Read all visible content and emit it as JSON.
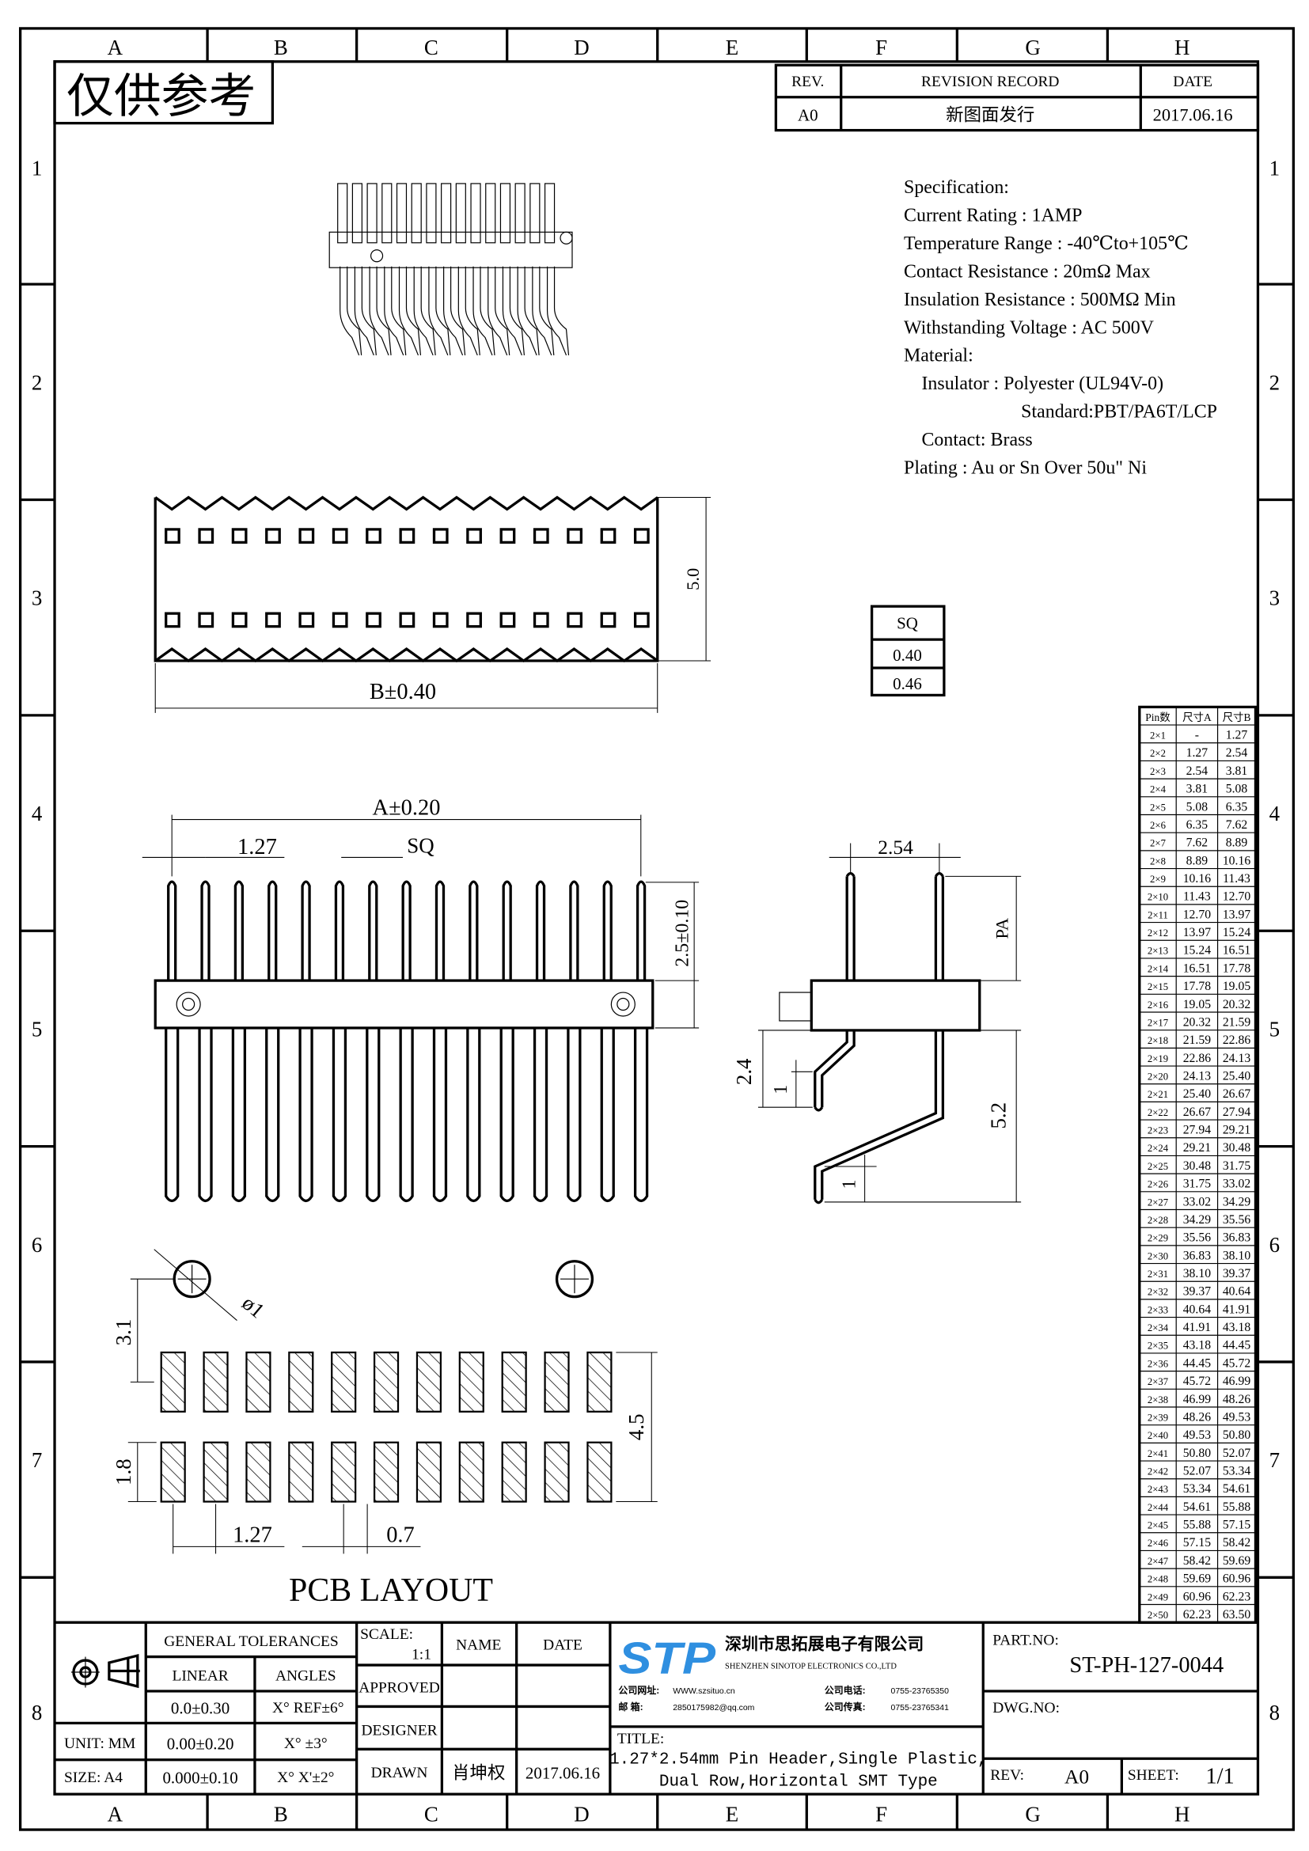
{
  "frame": {
    "columns": [
      "A",
      "B",
      "C",
      "D",
      "E",
      "F",
      "G",
      "H"
    ],
    "rows": [
      "1",
      "2",
      "3",
      "4",
      "5",
      "6",
      "7",
      "8"
    ]
  },
  "watermark": "仅供参考",
  "revision": {
    "headers": [
      "REV.",
      "REVISION RECORD",
      "DATE"
    ],
    "row": [
      "A0",
      "新图面发行",
      "2017.06.16"
    ]
  },
  "specification": [
    "Specification:",
    "Current Rating : 1AMP",
    "Temperature Range : -40℃to+105℃",
    "Contact Resistance : 20mΩ Max",
    "Insulation Resistance : 500MΩ Min",
    "Withstanding Voltage : AC 500V",
    "Material:",
    "  Insulator : Polyester (UL94V-0)",
    "            Standard:PBT/PA6T/LCP",
    "  Contact: Brass",
    "Plating : Au or Sn Over 50u\" Ni"
  ],
  "dimensions": {
    "top_height": "5.0",
    "top_width": "B±0.40",
    "front_width": "A±0.20",
    "pitch": "1.27",
    "sq": "SQ",
    "pin_height": "2.5±0.10",
    "row_pitch": "2.54",
    "pa": "PA",
    "side_a": "2.4",
    "side_b": "1",
    "side_c": "5.2",
    "side_d": "1",
    "hole_dia": "ø1",
    "pcb_offset": "3.1",
    "pcb_span": "4.5",
    "pad_len": "1.8",
    "pad_pitch": "1.27",
    "pad_width": "0.7",
    "pcb_title": "PCB LAYOUT"
  },
  "sq_table": [
    "SQ",
    "0.40",
    "0.46"
  ],
  "pin_table": {
    "headers": [
      "Pin数",
      "尺寸A",
      "尺寸B"
    ],
    "rows": [
      [
        "2×1",
        "-",
        "1.27"
      ],
      [
        "2×2",
        "1.27",
        "2.54"
      ],
      [
        "2×3",
        "2.54",
        "3.81"
      ],
      [
        "2×4",
        "3.81",
        "5.08"
      ],
      [
        "2×5",
        "5.08",
        "6.35"
      ],
      [
        "2×6",
        "6.35",
        "7.62"
      ],
      [
        "2×7",
        "7.62",
        "8.89"
      ],
      [
        "2×8",
        "8.89",
        "10.16"
      ],
      [
        "2×9",
        "10.16",
        "11.43"
      ],
      [
        "2×10",
        "11.43",
        "12.70"
      ],
      [
        "2×11",
        "12.70",
        "13.97"
      ],
      [
        "2×12",
        "13.97",
        "15.24"
      ],
      [
        "2×13",
        "15.24",
        "16.51"
      ],
      [
        "2×14",
        "16.51",
        "17.78"
      ],
      [
        "2×15",
        "17.78",
        "19.05"
      ],
      [
        "2×16",
        "19.05",
        "20.32"
      ],
      [
        "2×17",
        "20.32",
        "21.59"
      ],
      [
        "2×18",
        "21.59",
        "22.86"
      ],
      [
        "2×19",
        "22.86",
        "24.13"
      ],
      [
        "2×20",
        "24.13",
        "25.40"
      ],
      [
        "2×21",
        "25.40",
        "26.67"
      ],
      [
        "2×22",
        "26.67",
        "27.94"
      ],
      [
        "2×23",
        "27.94",
        "29.21"
      ],
      [
        "2×24",
        "29.21",
        "30.48"
      ],
      [
        "2×25",
        "30.48",
        "31.75"
      ],
      [
        "2×26",
        "31.75",
        "33.02"
      ],
      [
        "2×27",
        "33.02",
        "34.29"
      ],
      [
        "2×28",
        "34.29",
        "35.56"
      ],
      [
        "2×29",
        "35.56",
        "36.83"
      ],
      [
        "2×30",
        "36.83",
        "38.10"
      ],
      [
        "2×31",
        "38.10",
        "39.37"
      ],
      [
        "2×32",
        "39.37",
        "40.64"
      ],
      [
        "2×33",
        "40.64",
        "41.91"
      ],
      [
        "2×34",
        "41.91",
        "43.18"
      ],
      [
        "2×35",
        "43.18",
        "44.45"
      ],
      [
        "2×36",
        "44.45",
        "45.72"
      ],
      [
        "2×37",
        "45.72",
        "46.99"
      ],
      [
        "2×38",
        "46.99",
        "48.26"
      ],
      [
        "2×39",
        "48.26",
        "49.53"
      ],
      [
        "2×40",
        "49.53",
        "50.80"
      ],
      [
        "2×41",
        "50.80",
        "52.07"
      ],
      [
        "2×42",
        "52.07",
        "53.34"
      ],
      [
        "2×43",
        "53.34",
        "54.61"
      ],
      [
        "2×44",
        "54.61",
        "55.88"
      ],
      [
        "2×45",
        "55.88",
        "57.15"
      ],
      [
        "2×46",
        "57.15",
        "58.42"
      ],
      [
        "2×47",
        "58.42",
        "59.69"
      ],
      [
        "2×48",
        "59.69",
        "60.96"
      ],
      [
        "2×49",
        "60.96",
        "62.23"
      ],
      [
        "2×50",
        "62.23",
        "63.50"
      ]
    ]
  },
  "title_block": {
    "general_tolerances": "GENERAL TOLERANCES",
    "linear": "LINEAR",
    "angles": "ANGLES",
    "lin1": "0.0±0.30",
    "ang1": "X° REF±6°",
    "lin2": "0.00±0.20",
    "ang2": "X° ±3°",
    "lin3": "0.000±0.10",
    "ang3": "X° X'±2°",
    "unit": "UNIT: MM",
    "size": "SIZE: A4",
    "scale_label": "SCALE:",
    "scale_value": "1:1",
    "name": "NAME",
    "date": "DATE",
    "approved": "APPROVED",
    "designer": "DESIGNER",
    "drawn": "DRAWN",
    "drawn_name": "肖坤权",
    "drawn_date": "2017.06.16",
    "company_cn": "深圳市思拓展电子有限公司",
    "company_en": "SHENZHEN SINOTOP ELECTRONICS CO.,LTD",
    "logo_text": "STP",
    "web_label": "公司网址:",
    "web": "WWW.szsituo.cn",
    "email_label": "邮    箱:",
    "email": "2850175982@qq.com",
    "tel_label": "公司电话:",
    "tel": "0755-23765350",
    "fax_label": "公司传真:",
    "fax": "0755-23765341",
    "title_label": "TITLE:",
    "title_line1": "1.27*2.54mm Pin Header,Single Plastic,",
    "title_line2": "Dual Row,Horizontal SMT Type",
    "part_no_label": "PART.NO:",
    "part_no": "ST-PH-127-0044",
    "dwg_no_label": "DWG.NO:",
    "rev_label": "REV:",
    "rev": "A0",
    "sheet_label": "SHEET:",
    "sheet": "1/1"
  },
  "colors": {
    "logo": "#2f8fe0"
  }
}
